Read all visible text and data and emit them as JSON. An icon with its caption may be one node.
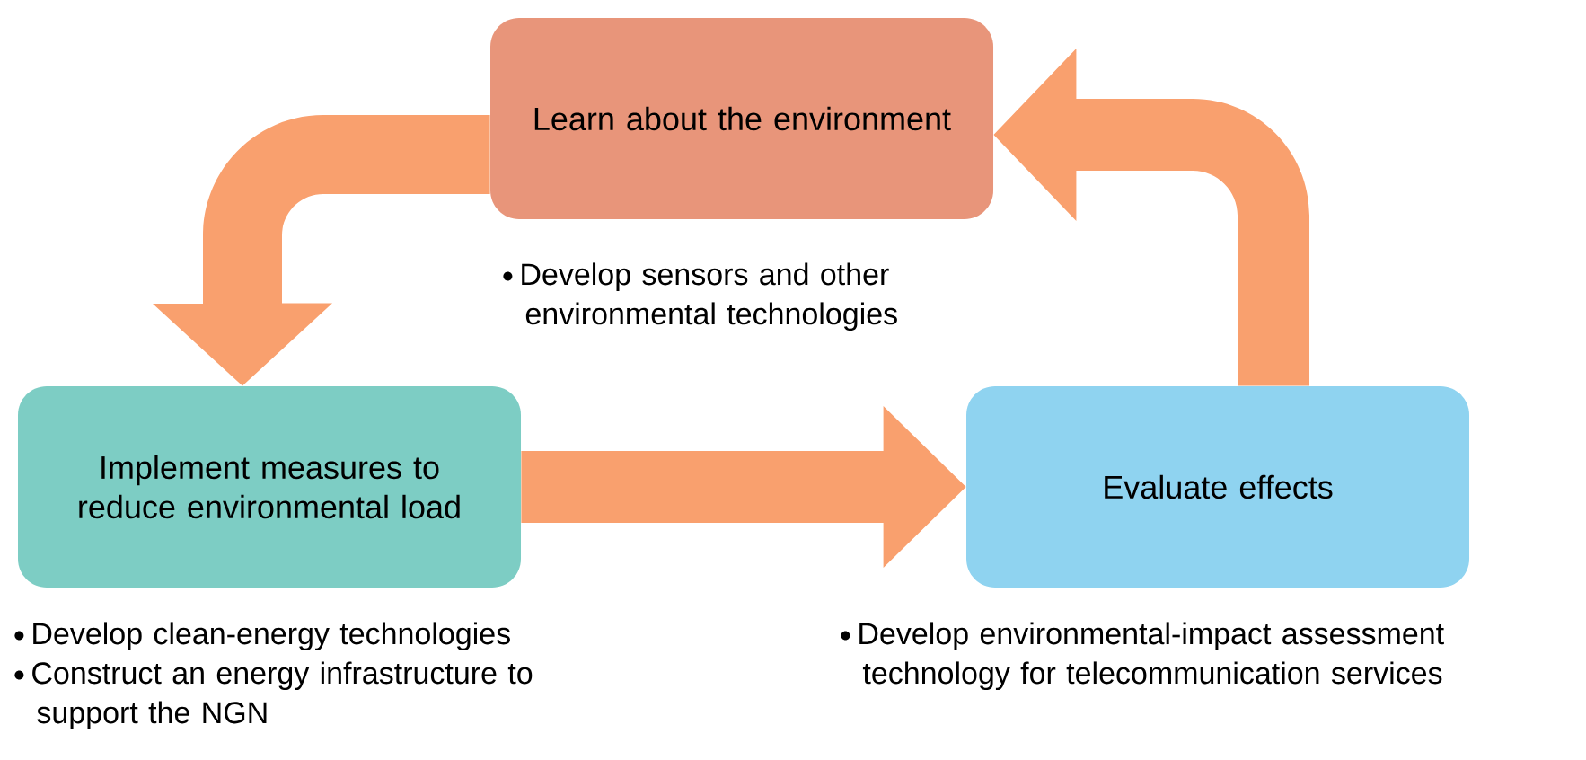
{
  "diagram": {
    "nodes": [
      {
        "text": [
          "Learn about the environment"
        ],
        "beside": [
          "Develop sensors and other environmental technologies"
        ]
      },
      {
        "text": [
          "Implement measures to reduce environmental load"
        ],
        "beside": [
          "Develop clean-energy technologies",
          "Construct an energy infrastructure to support the NGN"
        ]
      },
      {
        "text": [
          "Evaluate effects"
        ],
        "beside": [
          "Develop environmental-impact assessment technology for telecommunication services"
        ]
      }
    ],
    "edges": [
      {
        "from": 0,
        "to": 1,
        "arrow": "to"
      },
      {
        "from": 1,
        "to": 2,
        "arrow": "to"
      },
      {
        "from": 2,
        "to": 0,
        "arrow": "to"
      }
    ]
  }
}
